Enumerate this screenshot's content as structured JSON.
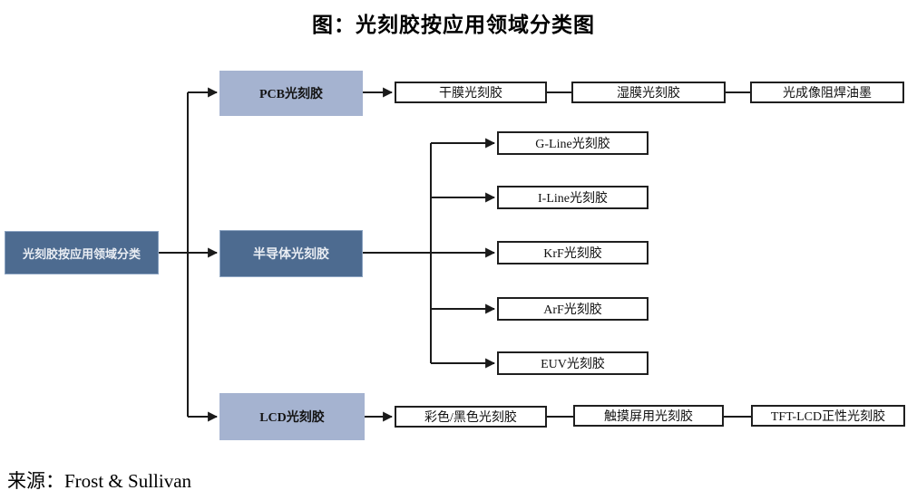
{
  "title": "图：光刻胶按应用领域分类图",
  "source": "来源：Frost & Sullivan",
  "colors": {
    "dark_node": "#4d6b90",
    "dark_node_border": "#8aa2c0",
    "light_node": "#a5b3d0",
    "leaf_border": "#1f1f1f",
    "line": "#1a1a1a"
  },
  "root": {
    "label": "光刻胶按应用领域分类"
  },
  "branches": [
    {
      "label": "PCB光刻胶",
      "style": "light",
      "children": [
        "干膜光刻胶",
        "湿膜光刻胶",
        "光成像阻焊油墨"
      ]
    },
    {
      "label": "半导体光刻胶",
      "style": "dark",
      "children": [
        "G-Line光刻胶",
        "I-Line光刻胶",
        "KrF光刻胶",
        "ArF光刻胶",
        "EUV光刻胶"
      ]
    },
    {
      "label": "LCD光刻胶",
      "style": "light",
      "children": [
        "彩色/黑色光刻胶",
        "触摸屏用光刻胶",
        "TFT-LCD正性光刻胶"
      ]
    }
  ]
}
